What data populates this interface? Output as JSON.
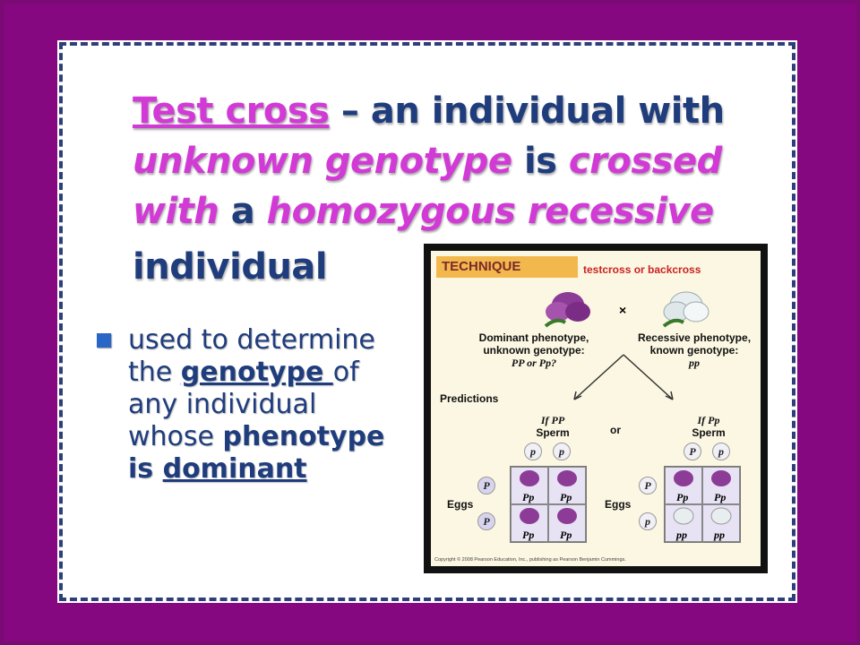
{
  "title": {
    "term": "Test cross",
    "dash": " – an individual with",
    "unknown_genotype": "unknown genotype",
    "is": " is ",
    "crossed": "crossed",
    "with": "with",
    "a": " a ",
    "homozygous_recessive": "homozygous recessive",
    "individual": "individual"
  },
  "bullet": {
    "part1": "used to determine the ",
    "genotype": "genotype ",
    "part2": "of any individual whose ",
    "phenotype_is": "phenotype is ",
    "dominant": "dominant"
  },
  "figure": {
    "technique": "TECHNIQUE",
    "testcross_label": "testcross  or  backcross",
    "cross_symbol": "×",
    "dominant_label_1": "Dominant phenotype,",
    "dominant_label_2": "unknown genotype:",
    "dominant_label_3": "PP or Pp?",
    "recessive_label_1": "Recessive phenotype,",
    "recessive_label_2": "known genotype:",
    "recessive_label_3": "pp",
    "predictions": "Predictions",
    "if_pp_left": "If PP",
    "if_pp_right": "If Pp",
    "or": "or",
    "sperm": "Sperm",
    "eggs": "Eggs",
    "allele_p_lower": "p",
    "allele_p_upper": "P",
    "cell_pp_het": "Pp",
    "cell_pp_rec": "pp",
    "copyright": "Copyright © 2008 Pearson Education, Inc., publishing as Pearson Benjamin Cummings."
  },
  "colors": {
    "background": "#850880",
    "title_highlight": "#d23ad6",
    "text": "#1f3c7c",
    "bullet": "#2a65c8"
  }
}
